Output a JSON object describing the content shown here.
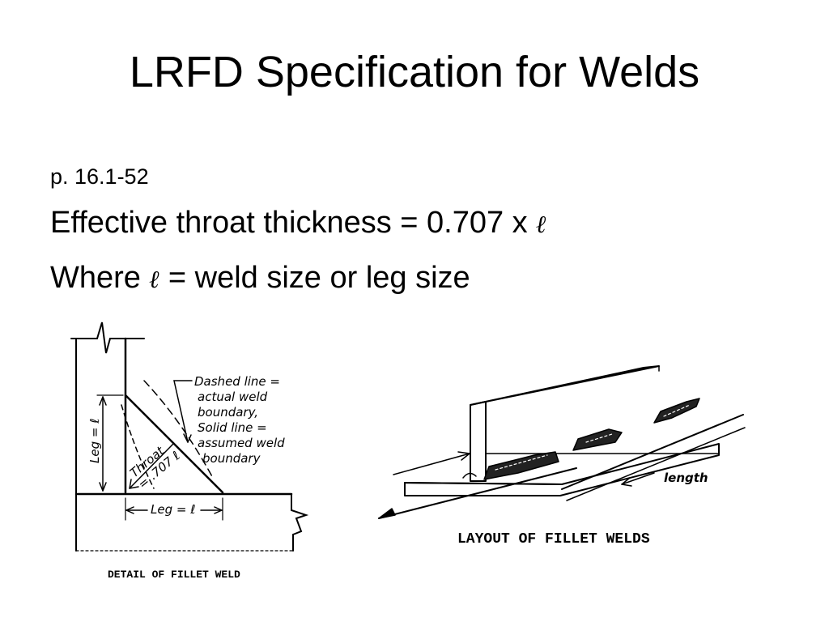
{
  "slide": {
    "title": "LRFD Specification for Welds",
    "page_ref": "p. 16.1-52",
    "line1": "Effective throat thickness = 0.707 x",
    "line2_start": "Where",
    "line2_end": "= weld size or leg size",
    "ell_symbol": "ℓ"
  },
  "detail_figure": {
    "caption": "DETAIL OF FILLET WELD",
    "note_lines": [
      "Dashed line =",
      "actual weld",
      "boundary,",
      "Solid line =",
      "assumed weld",
      "boundary"
    ],
    "leg_vertical": "Leg = ℓ",
    "leg_horizontal": "Leg = ℓ",
    "throat_label": "Throat",
    "throat_value": "= .707 ℓ"
  },
  "layout_figure": {
    "caption": "LAYOUT OF FILLET WELDS",
    "length_label": "length"
  }
}
